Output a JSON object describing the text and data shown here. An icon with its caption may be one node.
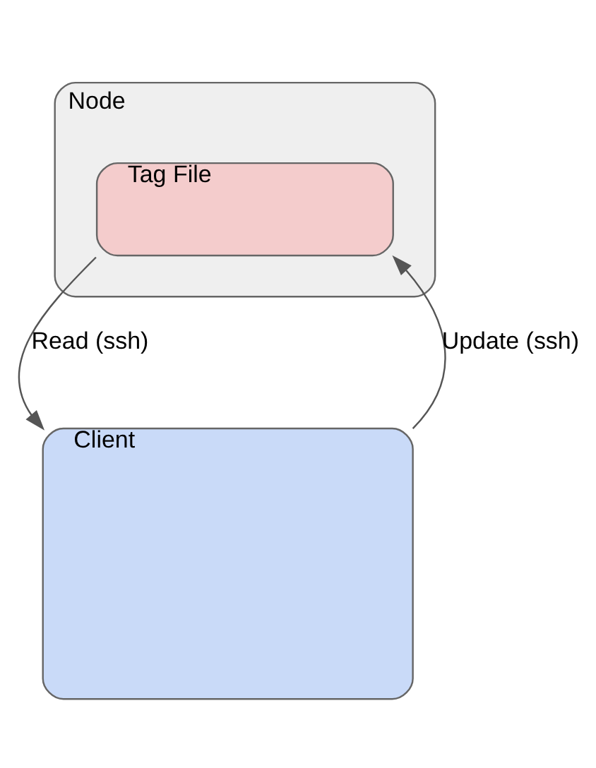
{
  "diagram": {
    "nodes": [
      {
        "text": [
          "Node"
        ]
      },
      {
        "text": [
          "Tag File"
        ],
        "in": 0
      },
      {
        "text": [
          "Client"
        ]
      }
    ],
    "edges": [
      {
        "from": 1,
        "to": 2,
        "arrow": "to",
        "label": "Read (ssh)"
      },
      {
        "from": 2,
        "to": 1,
        "arrow": "to",
        "label": "Update (ssh)"
      }
    ]
  }
}
